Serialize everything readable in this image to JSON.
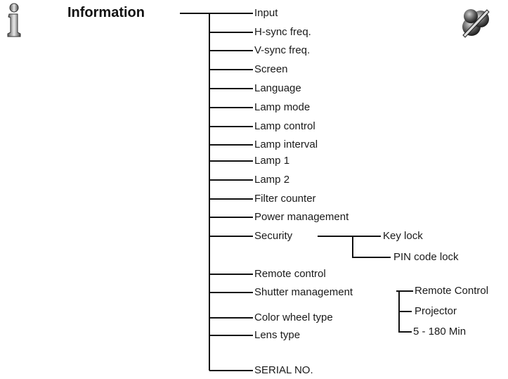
{
  "title": "Information",
  "items": [
    "Input",
    "H-sync freq.",
    "V-sync freq.",
    "Screen",
    "Language",
    "Lamp mode",
    "Lamp control",
    "Lamp interval",
    "Lamp 1",
    "Lamp 2",
    "Filter counter",
    "Power management",
    "Security",
    "Remote control",
    "Shutter management",
    "Color wheel type",
    "Lens type",
    "SERIAL NO."
  ],
  "security_sub": [
    "Key lock",
    "PIN code lock"
  ],
  "shutter_sub": [
    "Remote Control",
    "Projector",
    "5 - 180 Min"
  ],
  "icons": {
    "left": "info-icon",
    "right": "palette-icon"
  }
}
